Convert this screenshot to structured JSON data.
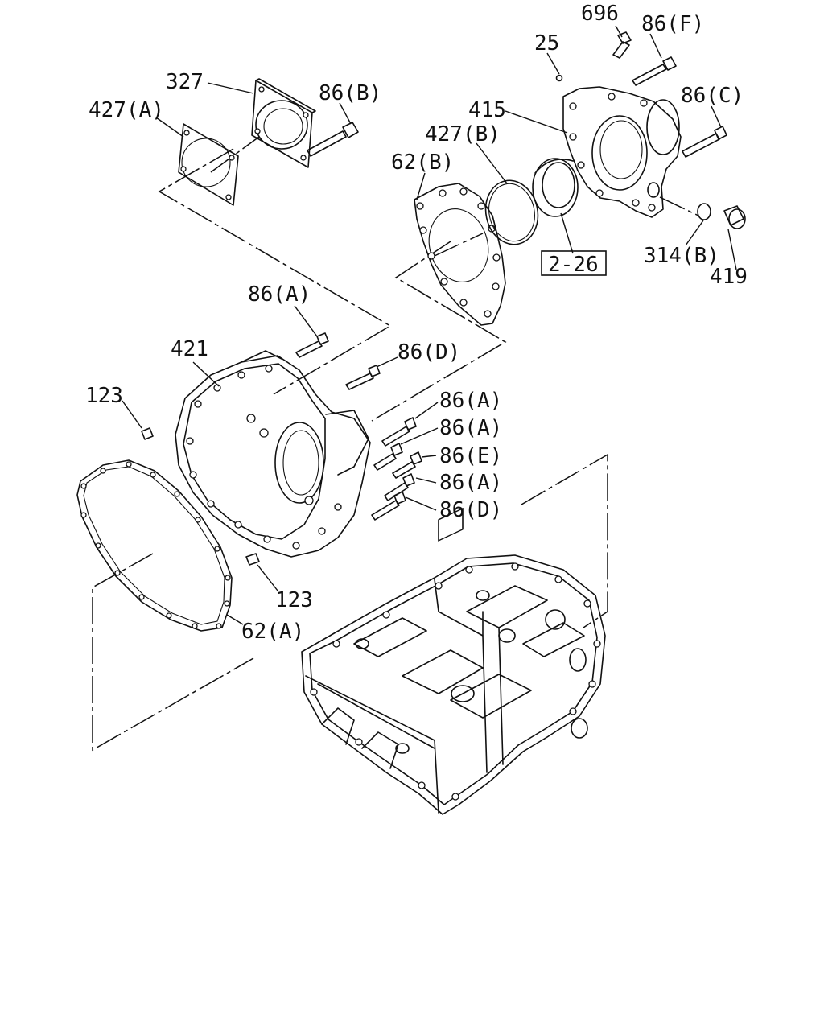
{
  "labels": {
    "p696": "696",
    "p86F": "86(F)",
    "p25": "25",
    "p327": "327",
    "p86B": "86(B)",
    "p427A": "427(A)",
    "p86C": "86(C)",
    "p415": "415",
    "p427B": "427(B)",
    "p62B": "62(B)",
    "ref226": "2-26",
    "p314B": "314(B)",
    "p419": "419",
    "p86A_top": "86(A)",
    "p421": "421",
    "p86D_top": "86(D)",
    "p123_left": "123",
    "p86A_1": "86(A)",
    "p86A_2": "86(A)",
    "p86E": "86(E)",
    "p86A_3": "86(A)",
    "p86D_2": "86(D)",
    "p123_bottom": "123",
    "p62A": "62(A)"
  }
}
